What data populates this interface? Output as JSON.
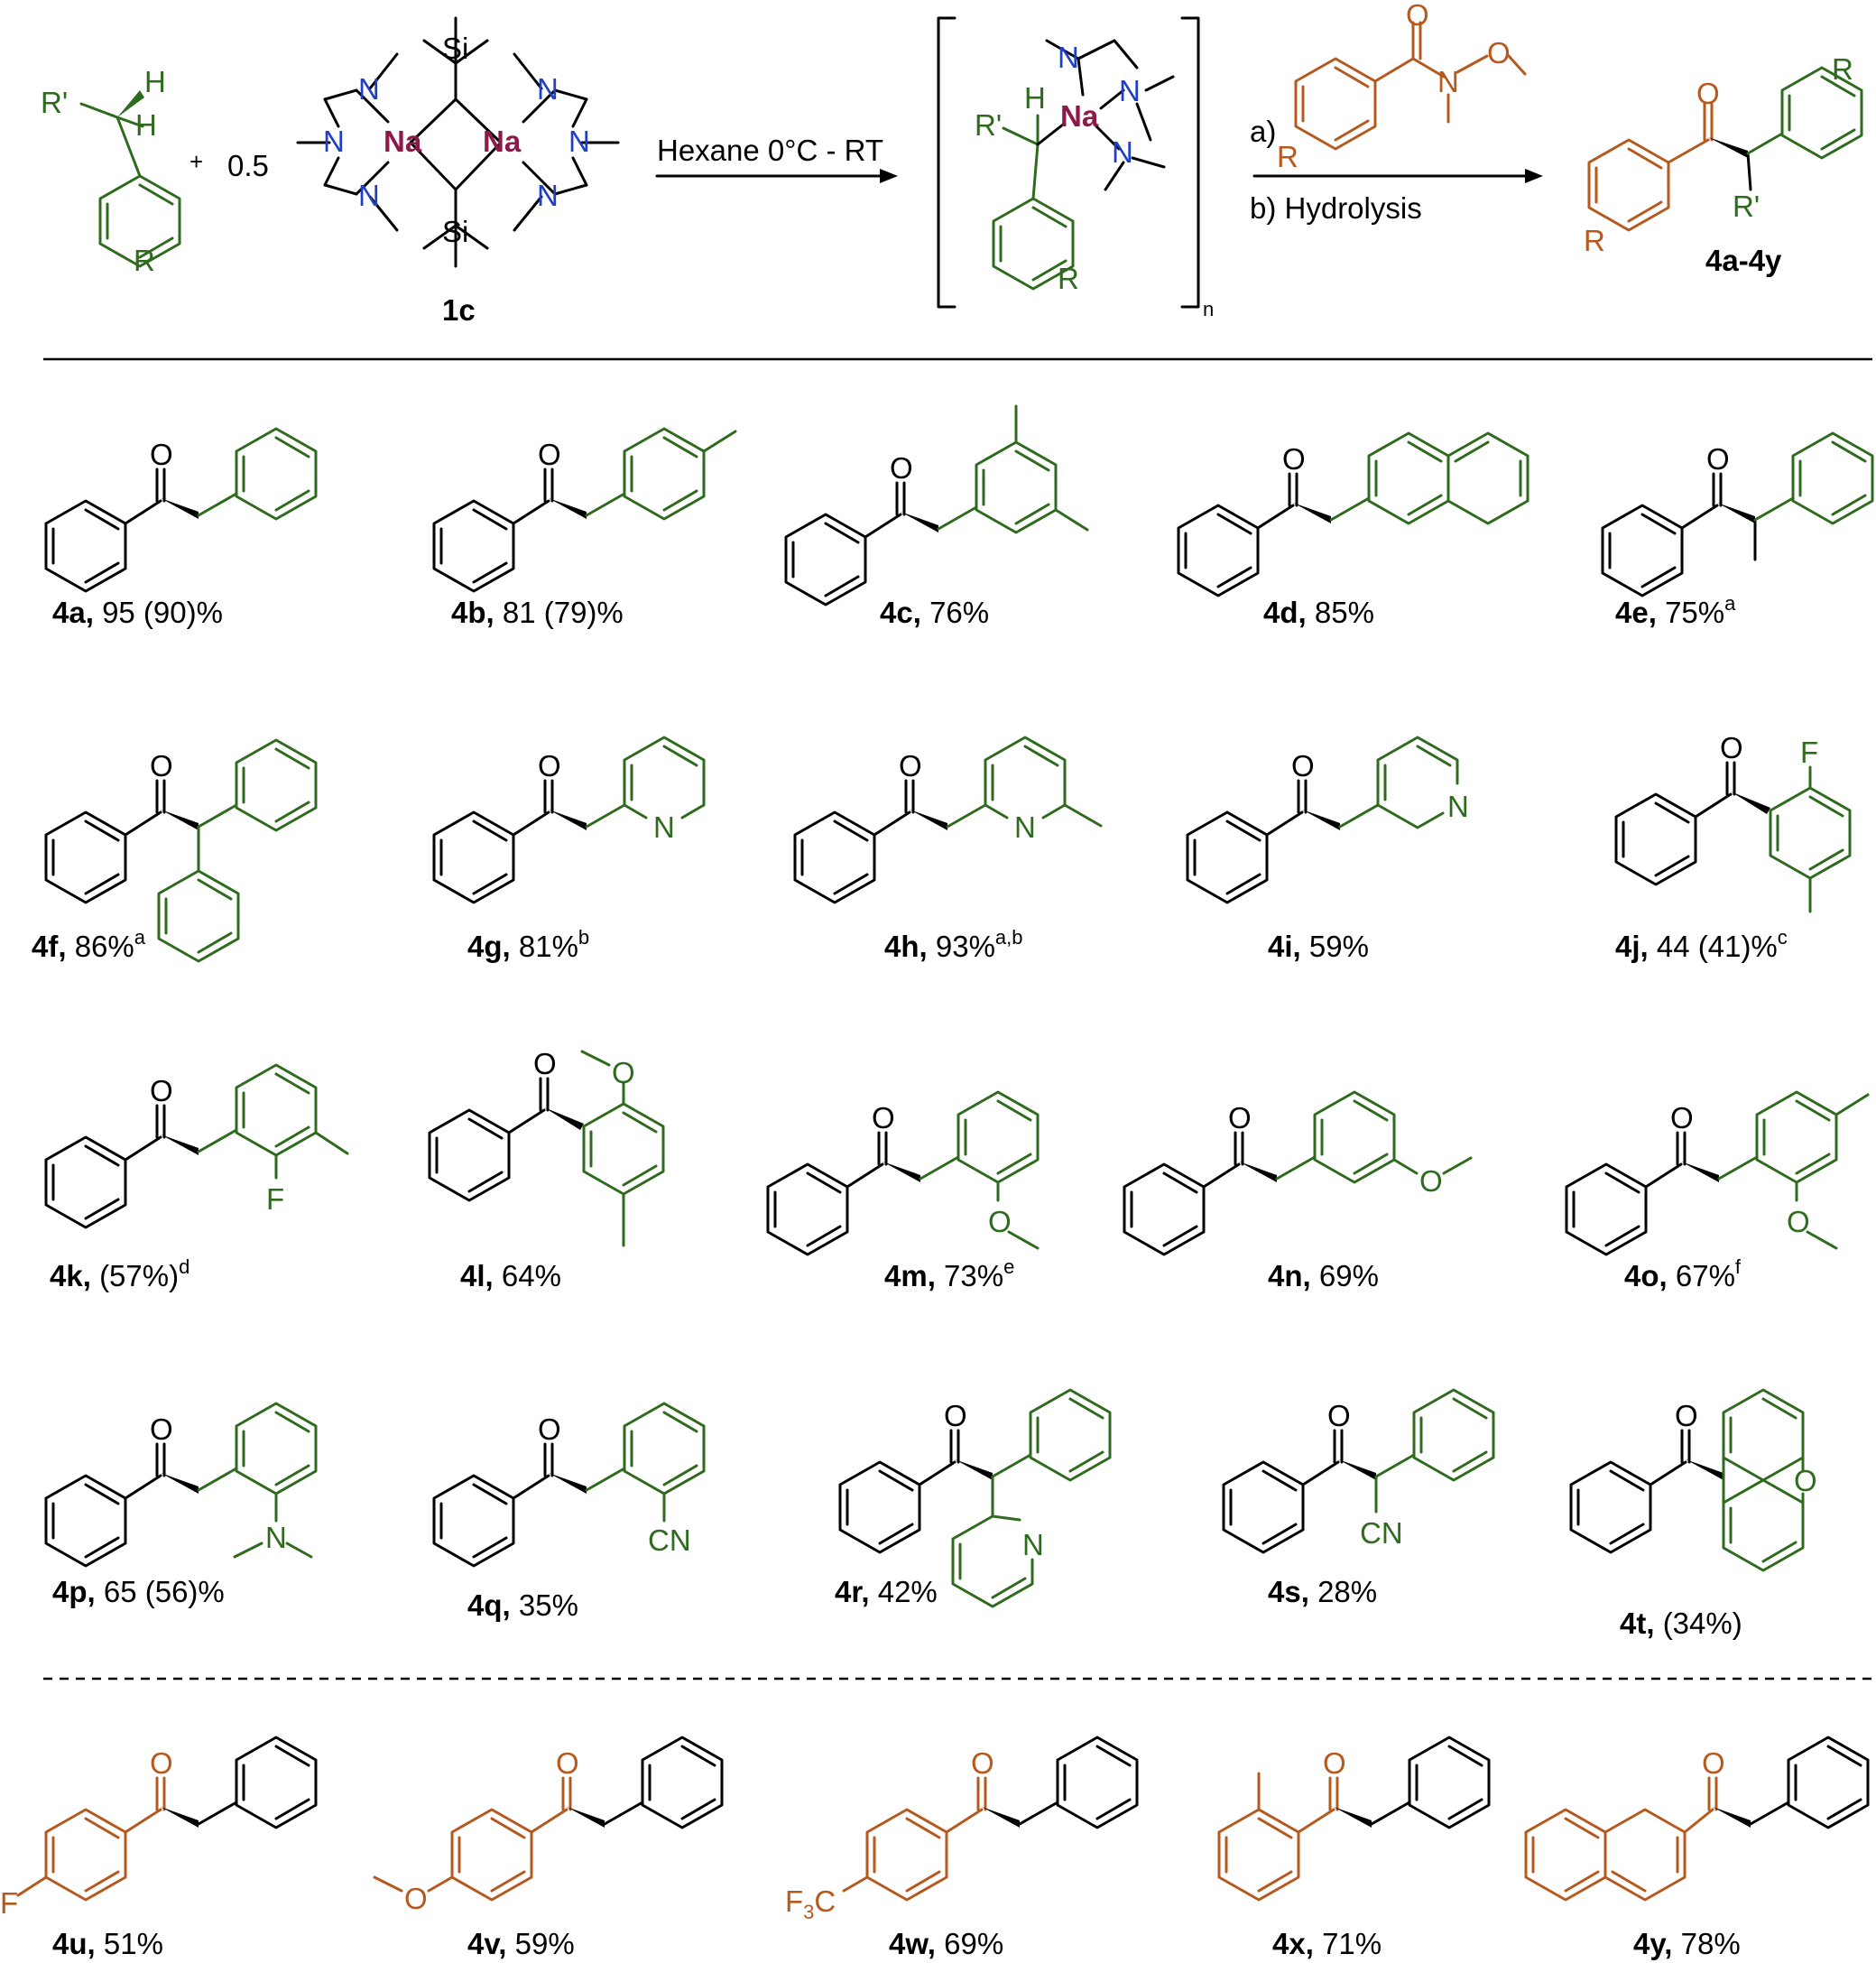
{
  "colors": {
    "substrate": "#2f6b1e",
    "amide": "#b5591e",
    "nitrogen": "#1f3fc6",
    "sodium": "#8b1a4a",
    "ink": "#000000"
  },
  "reaction": {
    "coefficient": "0.5",
    "plus": "+",
    "reagent_label": "1c",
    "conditions": "Hexane 0°C - RT",
    "step_a": "a)",
    "step_b": "b) Hydrolysis",
    "product_range": "4a-4y",
    "atoms": {
      "r": "R",
      "r_prime": "R'",
      "h": "H",
      "si": "Si",
      "na": "Na",
      "n": "N",
      "o": "O",
      "subscript_n": "n"
    }
  },
  "atom_labels": {
    "o": "O",
    "n": "N",
    "f": "F",
    "cn": "CN",
    "f3c_main": "F",
    "f3c_sub": "3",
    "f3c_c": "C"
  },
  "products": [
    {
      "id": "4a",
      "yield": "95 (90)%",
      "note": ""
    },
    {
      "id": "4b",
      "yield": "81 (79)%",
      "note": ""
    },
    {
      "id": "4c",
      "yield": "76%",
      "note": ""
    },
    {
      "id": "4d",
      "yield": "85%",
      "note": ""
    },
    {
      "id": "4e",
      "yield": "75%",
      "note": "a"
    },
    {
      "id": "4f",
      "yield": "86%",
      "note": "a"
    },
    {
      "id": "4g",
      "yield": "81%",
      "note": "b"
    },
    {
      "id": "4h",
      "yield": "93%",
      "note": "a,b"
    },
    {
      "id": "4i",
      "yield": "59%",
      "note": ""
    },
    {
      "id": "4j",
      "yield": "44 (41)%",
      "note": "c"
    },
    {
      "id": "4k",
      "yield": "(57%)",
      "note": "d"
    },
    {
      "id": "4l",
      "yield": "64%",
      "note": ""
    },
    {
      "id": "4m",
      "yield": "73%",
      "note": "e"
    },
    {
      "id": "4n",
      "yield": "69%",
      "note": ""
    },
    {
      "id": "4o",
      "yield": "67%",
      "note": "f"
    },
    {
      "id": "4p",
      "yield": "65 (56)%",
      "note": ""
    },
    {
      "id": "4q",
      "yield": "35%",
      "note": ""
    },
    {
      "id": "4r",
      "yield": "42%",
      "note": ""
    },
    {
      "id": "4s",
      "yield": "28%",
      "note": ""
    },
    {
      "id": "4t",
      "yield": "(34%)",
      "note": ""
    },
    {
      "id": "4u",
      "yield": "51%",
      "note": ""
    },
    {
      "id": "4v",
      "yield": "59%",
      "note": ""
    },
    {
      "id": "4w",
      "yield": "69%",
      "note": ""
    },
    {
      "id": "4x",
      "yield": "71%",
      "note": ""
    },
    {
      "id": "4y",
      "yield": "78%",
      "note": ""
    }
  ]
}
